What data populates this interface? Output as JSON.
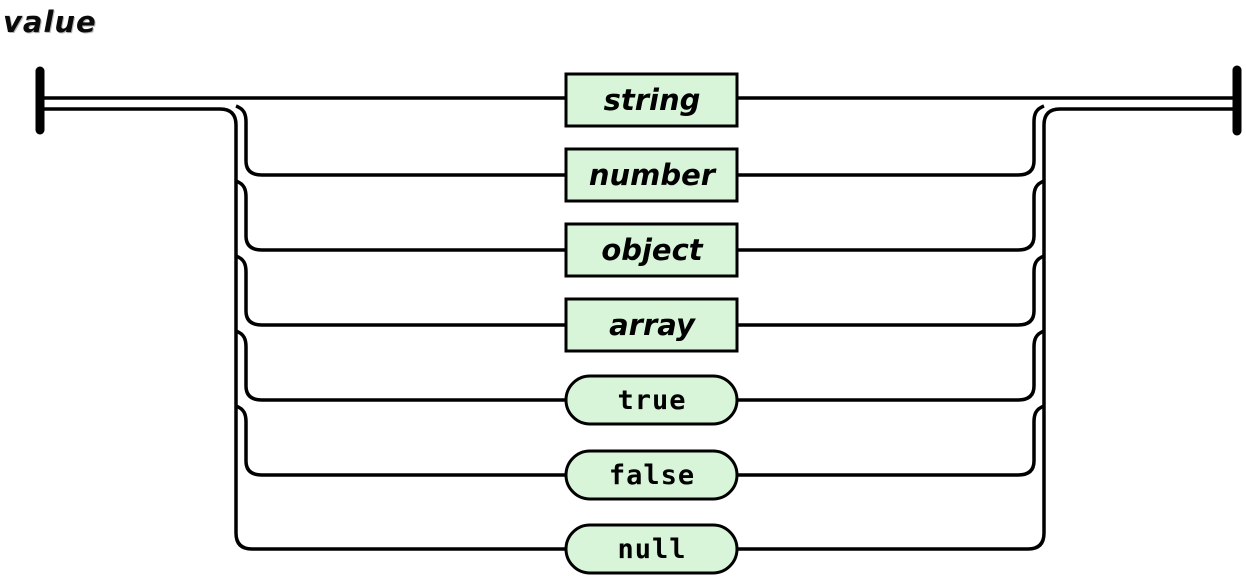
{
  "title": "value",
  "colors": {
    "node_fill": "#d9f5d9",
    "line": "#000000",
    "background": "#ffffff"
  },
  "diagram": {
    "type": "railroad-syntax-diagram",
    "rule_name": "value",
    "branches": [
      {
        "label": "string",
        "kind": "non-terminal"
      },
      {
        "label": "number",
        "kind": "non-terminal"
      },
      {
        "label": "object",
        "kind": "non-terminal"
      },
      {
        "label": "array",
        "kind": "non-terminal"
      },
      {
        "label": "true",
        "kind": "terminal"
      },
      {
        "label": "false",
        "kind": "terminal"
      },
      {
        "label": "null",
        "kind": "terminal"
      }
    ]
  }
}
